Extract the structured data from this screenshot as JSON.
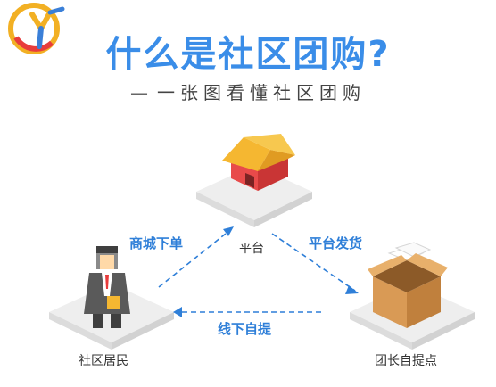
{
  "title": "什么是社区团购?",
  "subtitle": "一张图看懂社区团购",
  "nodes": {
    "platform": "平台",
    "resident": "社区居民",
    "leader": "团长自提点"
  },
  "flows": {
    "order": "商城下单",
    "ship": "平台发货",
    "pickup": "线下自提"
  },
  "colors": {
    "accent": "#3a8de8",
    "arrow": "#2f7fd8",
    "roof": "#f5b731",
    "house": "#e84a4a",
    "box": "#d99a55"
  },
  "icons": [
    "logo-icon",
    "house-icon",
    "person-icon",
    "box-icon",
    "arrow-icon"
  ]
}
